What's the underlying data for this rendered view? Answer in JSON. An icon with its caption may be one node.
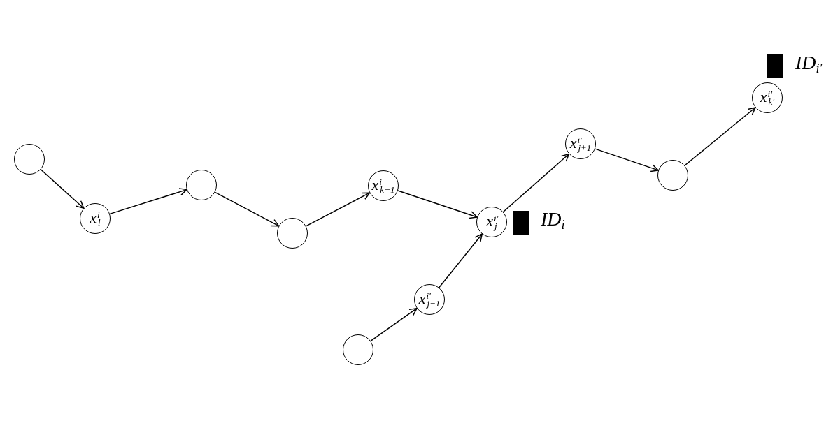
{
  "diagram": {
    "nodes": [
      {
        "text": [],
        "shape": "circle"
      },
      {
        "text": [
          "x$^{i}$$_{l}$"
        ]
      },
      {
        "text": [],
        "shape": "circle"
      },
      {
        "text": [],
        "shape": "circle"
      },
      {
        "text": [
          "x$^{i}$$_{k−1}$"
        ]
      },
      {
        "text": [
          "x$^{i′}$$_{j}$"
        ],
        "beside": [
          "ID$_{i}$"
        ]
      },
      {
        "text": [
          "x$^{i′}$$_{j−1}$"
        ]
      },
      {
        "text": [],
        "shape": "circle"
      },
      {
        "text": [
          "x$^{i′}$$_{j+1}$"
        ]
      },
      {
        "text": [],
        "shape": "circle"
      },
      {
        "text": [
          "x$^{i′}$$_{k′}$"
        ],
        "beside": [
          "ID$_{i′}$"
        ]
      }
    ],
    "edges": [
      {
        "from": 0,
        "to": 1,
        "arrow": "to"
      },
      {
        "from": 1,
        "to": 2,
        "arrow": "to"
      },
      {
        "from": 2,
        "to": 3,
        "arrow": "to"
      },
      {
        "from": 3,
        "to": 4,
        "arrow": "to"
      },
      {
        "from": 4,
        "to": 5,
        "arrow": "to"
      },
      {
        "from": 7,
        "to": 6,
        "arrow": "to"
      },
      {
        "from": 6,
        "to": 5,
        "arrow": "to"
      },
      {
        "from": 5,
        "to": 8,
        "arrow": "to"
      },
      {
        "from": 8,
        "to": 9,
        "arrow": "to"
      },
      {
        "from": 9,
        "to": 10,
        "arrow": "to"
      }
    ]
  }
}
